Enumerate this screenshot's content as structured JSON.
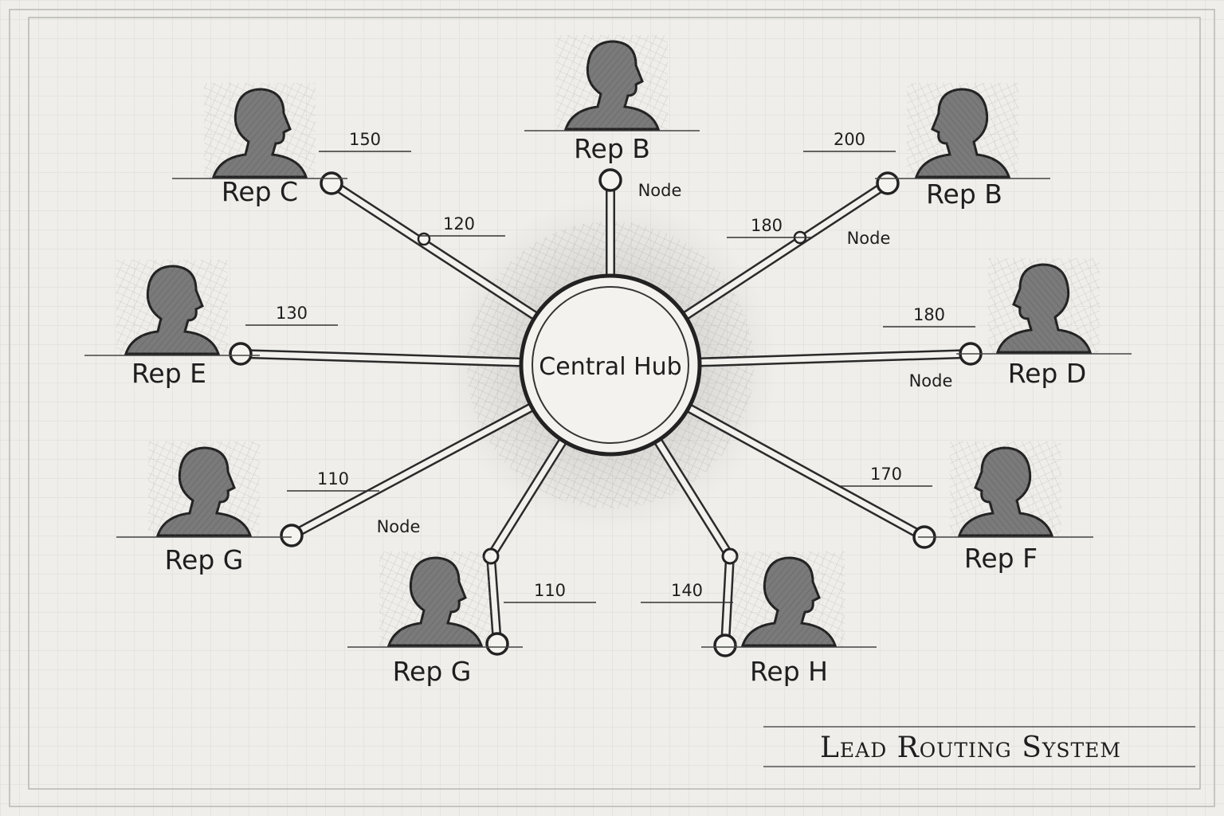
{
  "diagram": {
    "title": "Lead Routing System",
    "hub_label": "Central Hub",
    "node_label": "Node",
    "spokes": [
      {
        "rep": "Rep B",
        "value": ""
      },
      {
        "rep": "Rep B",
        "value": "200"
      },
      {
        "rep": "Rep D",
        "value": "180"
      },
      {
        "rep": "Rep F",
        "value": "170"
      },
      {
        "rep": "Rep H",
        "value": "140"
      },
      {
        "rep": "Rep G",
        "value": "110"
      },
      {
        "rep": "Rep G",
        "value": "110"
      },
      {
        "rep": "Rep E",
        "value": "130"
      },
      {
        "rep": "Rep C",
        "value": "150"
      }
    ],
    "midpoint_values": [
      {
        "spoke": "Rep C",
        "value": "120"
      },
      {
        "spoke": "Rep B",
        "value": "180"
      }
    ],
    "colors": {
      "paper": "#efeeea",
      "grid": "#d9d8d2",
      "ink": "#2a2a2a",
      "shade": "#6e6e6e"
    }
  }
}
